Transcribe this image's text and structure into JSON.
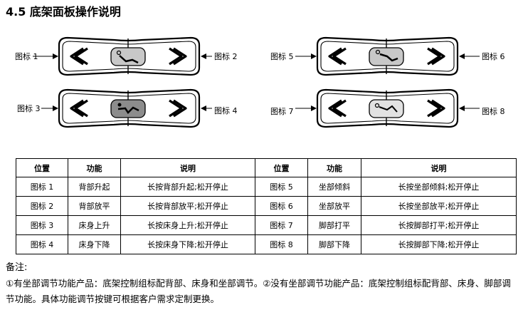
{
  "heading": "4.5 底架面板操作说明",
  "panels": [
    {
      "id": "panel-1",
      "left_label": "图标 1",
      "right_label": "图标 2",
      "icon": "back-raise-icon",
      "center_style": "light"
    },
    {
      "id": "panel-2",
      "left_label": "图标 3",
      "right_label": "图标 4",
      "icon": "bed-lift-icon",
      "center_style": "dark"
    },
    {
      "id": "panel-3",
      "left_label": "图标 5",
      "right_label": "图标 6",
      "icon": "seat-tilt-icon",
      "center_style": "light"
    },
    {
      "id": "panel-4",
      "left_label": "图标 7",
      "right_label": "图标 8",
      "icon": "leg-raise-icon",
      "center_style": "light"
    }
  ],
  "table": {
    "headers": [
      "位置",
      "功能",
      "说明",
      "位置",
      "功能",
      "说明"
    ],
    "rows": [
      [
        "图标 1",
        "背部升起",
        "长按背部升起;松开停止",
        "图标 5",
        "坐部倾斜",
        "长按坐部倾斜;松开停止"
      ],
      [
        "图标 2",
        "背部放平",
        "长按背部放平;松开停止",
        "图标 6",
        "坐部放平",
        "长按坐部放平;松开停止"
      ],
      [
        "图标 3",
        "床身上升",
        "长按床身上升;松开停止",
        "图标 7",
        "脚部打平",
        "长按脚部打平;松开停止"
      ],
      [
        "图标 4",
        "床身下降",
        "长按床身下降;松开停止",
        "图标 8",
        "脚部下降",
        "长按脚部下降;松开停止"
      ]
    ]
  },
  "notes": {
    "title": "备注:",
    "body": "①有坐部调节功能产品：底架控制组标配背部、床身和坐部调节。②没有坐部调节功能产品：底架控制组标配背部、床身、脚部调节功能。具体功能调节按键可根据客户需求定制更换。"
  }
}
